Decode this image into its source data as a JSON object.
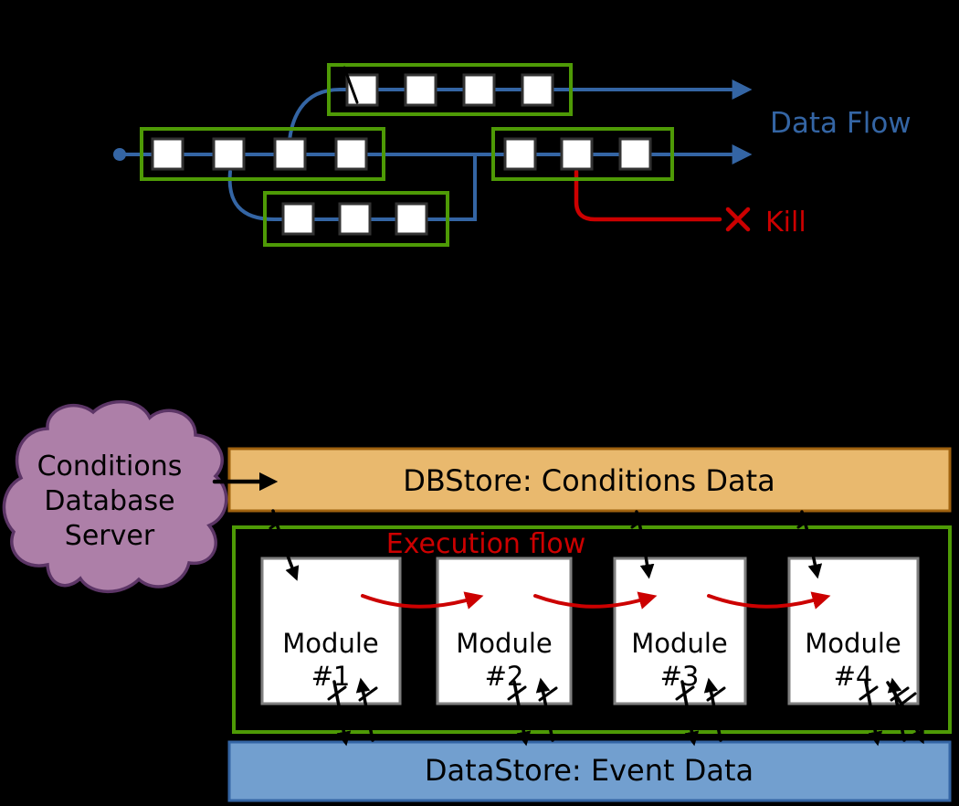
{
  "colors": {
    "background": "#000000",
    "flow_blue": "#3465a4",
    "path_green": "#4e9a06",
    "kill_red": "#cc0000",
    "dbstore_fill": "#e9b96e",
    "dbstore_border": "#a0620f",
    "datastore_fill": "#729fcf",
    "datastore_border": "#3465a4",
    "cloud_fill": "#ad7fa8",
    "cloud_border": "#5c3566",
    "module_fill": "#ffffff",
    "module_border": "#7f7f7f",
    "square_border": "#333333",
    "connector_black": "#000000",
    "label_black": "#000000"
  },
  "top_diagram": {
    "data_flow_label": "Data Flow",
    "kill_label": "Kill"
  },
  "bottom_diagram": {
    "cloud": {
      "line1": "Conditions",
      "line2": "Database",
      "line3": "Server"
    },
    "dbstore_label": "DBStore: Conditions Data",
    "execution_flow_label": "Execution flow",
    "datastore_label": "DataStore: Event Data",
    "modules": [
      {
        "name": "Module",
        "number": "#1"
      },
      {
        "name": "Module",
        "number": "#2"
      },
      {
        "name": "Module",
        "number": "#3"
      },
      {
        "name": "Module",
        "number": "#4"
      }
    ]
  }
}
